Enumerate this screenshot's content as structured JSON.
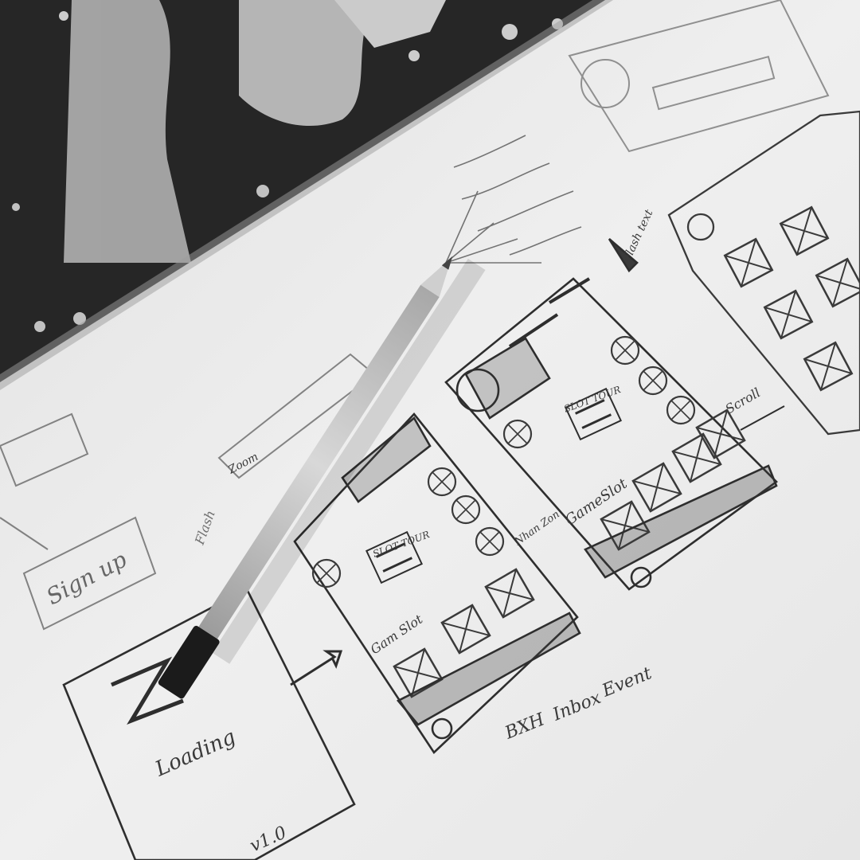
{
  "photo": {
    "subject": "pencil-sketched mobile game wireframes on paper",
    "palette": {
      "paper": "#ededed",
      "paper_shadow": "#d4d4d4",
      "ink": "#3a3a3a",
      "dark_bg": "#242424",
      "pencil_body": "#bdbdbd",
      "pencil_cap": "#1b1b1b"
    }
  },
  "labels": {
    "loading": "Loading",
    "version": "v1.0",
    "sign_up": "Sign up",
    "game_slot_left": "Gam Slot",
    "game_slot_right": "GameSlot",
    "slot_tour_left": "SLOT TOUR",
    "slot_tour_right": "SLOT TOUR",
    "bxh": "BXH",
    "inbox": "Inbox",
    "event": "Event",
    "scroll": "Scroll",
    "flash_text": "Flash text",
    "zoom": "Zoom",
    "flash": "Flash",
    "nhan_zon": "Nhan Zon"
  }
}
